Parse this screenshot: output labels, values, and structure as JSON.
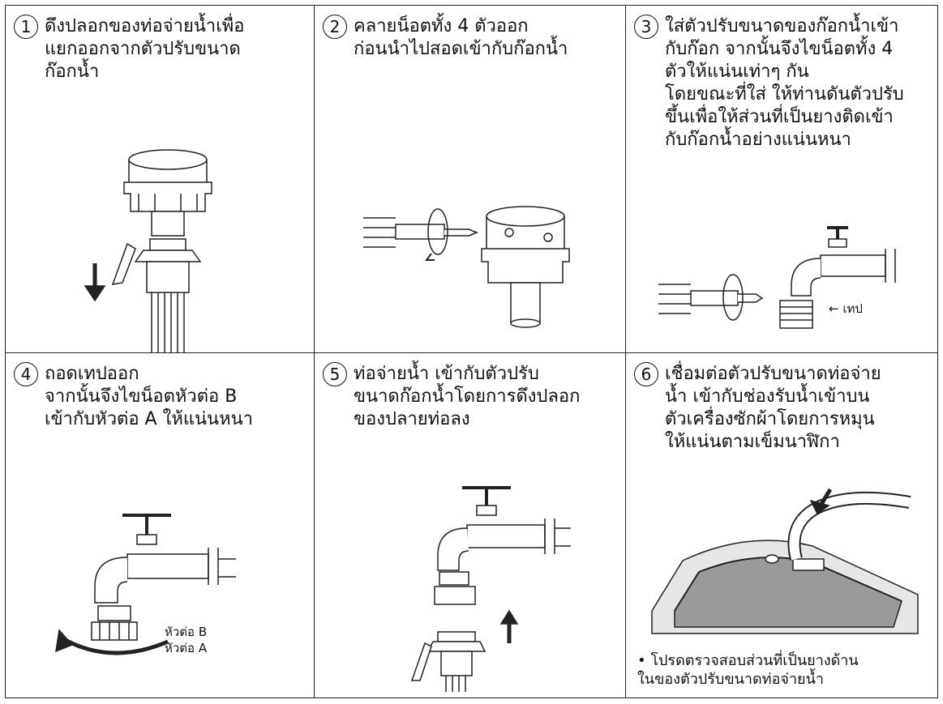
{
  "steps": [
    {
      "number": "1",
      "text": "ดึงปลอกของท่อจ่ายน้ำเพื่อ\nแยกออกจากตัวปรับขนาด\nก๊อกน้ำ"
    },
    {
      "number": "2",
      "text": "คลายน็อตทั้ง 4 ตัวออก\nก่อนนำไปสอดเข้ากับก๊อกน้ำ"
    },
    {
      "number": "3",
      "text": "ใส่ตัวปรับขนาดของก๊อกน้ำเข้า\nกับก๊อก จากนั้นจึงไขน็อตทั้ง 4\nตัวให้แน่นเท่าๆ กัน\nโดยขณะที่ใส่ ให้ท่านดันตัวปรับ\nขึ้นเพื่อให้ส่วนที่เป็นยางติดเข้า\nกับก๊อกน้ำอย่างแน่นหนา"
    },
    {
      "number": "4",
      "text": "ถอดเทปออก\nจากนั้นจึงไขน็อตหัวต่อ B\nเข้ากับหัวต่อ A ให้แน่นหนา"
    },
    {
      "number": "5",
      "text": "ท่อจ่ายน้ำ เข้ากับตัวปรับ\nขนาดก๊อกน้ำโดยการดึงปลอก\nของปลายท่อลง"
    },
    {
      "number": "6",
      "text": "เชื่อมต่อตัวปรับขนาดท่อจ่าย\nน้ำ เข้ากับช่องรับน้ำเข้าบน\nตัวเครื่องซักผ้าโดยการหมุน\nให้แน่นตามเข็มนาฬิกา"
    }
  ],
  "labels": {
    "tape": "← เทป",
    "joint_b": "หัวต่อ B",
    "joint_a": "หัวต่อ A"
  },
  "note": "• โปรดตรวจสอบส่วนที่เป็นยางด้าน\nในของตัวปรับขนาดท่อจ่ายน้ำ"
}
